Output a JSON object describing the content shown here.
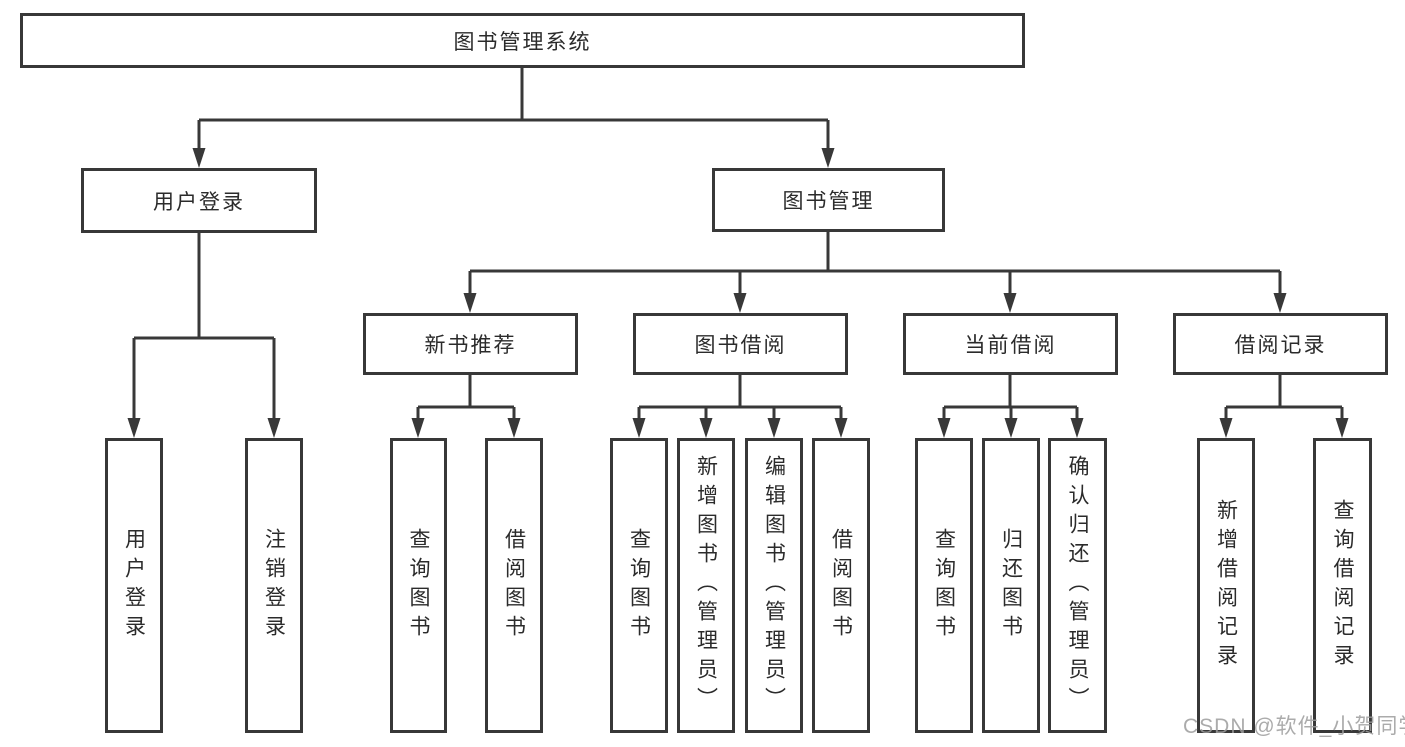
{
  "theme": {
    "line-color": "#383838",
    "text-color": "#2b2b2b",
    "watermark-color": "#9d9d9d",
    "bg": "#ffffff"
  },
  "tree": {
    "root": {
      "label": "图书管理系统"
    },
    "branches": [
      {
        "label": "用户登录",
        "children": [
          {
            "label": "用户登录"
          },
          {
            "label": "注销登录"
          }
        ]
      },
      {
        "label": "图书管理",
        "sections": [
          {
            "label": "新书推荐",
            "children": [
              {
                "label": "查询图书"
              },
              {
                "label": "借阅图书"
              }
            ]
          },
          {
            "label": "图书借阅",
            "children": [
              {
                "label": "查询图书"
              },
              {
                "label": "新增图书（管理员）"
              },
              {
                "label": "编辑图书（管理员）"
              },
              {
                "label": "借阅图书"
              }
            ]
          },
          {
            "label": "当前借阅",
            "children": [
              {
                "label": "查询图书"
              },
              {
                "label": "归还图书"
              },
              {
                "label": "确认归还（管理员）"
              }
            ]
          },
          {
            "label": "借阅记录",
            "children": [
              {
                "label": "新增借阅记录"
              },
              {
                "label": "查询借阅记录"
              }
            ]
          }
        ]
      }
    ]
  },
  "watermark": "CSDN @软件_小贺同学"
}
